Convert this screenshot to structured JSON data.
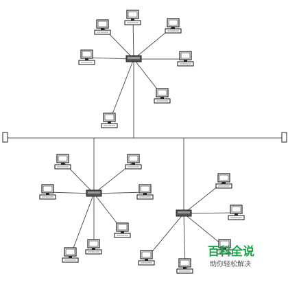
{
  "watermark": {
    "title": "百科全说",
    "subtitle": "助你轻松解决",
    "title_color": "#1aa14a",
    "subtitle_color": "#555555"
  },
  "colors": {
    "line": "#555555",
    "hub_fill": "#555555",
    "monitor_stroke": "#222222",
    "monitor_screen": "#ffffff",
    "background": "#ffffff"
  },
  "topology": {
    "type": "bus-star",
    "bus_terminators": 2,
    "hubs": [
      {
        "name": "hub-top",
        "computers": 7
      },
      {
        "name": "hub-bottom-left",
        "computers": 7
      },
      {
        "name": "hub-bottom-right",
        "computers": 5
      }
    ]
  }
}
